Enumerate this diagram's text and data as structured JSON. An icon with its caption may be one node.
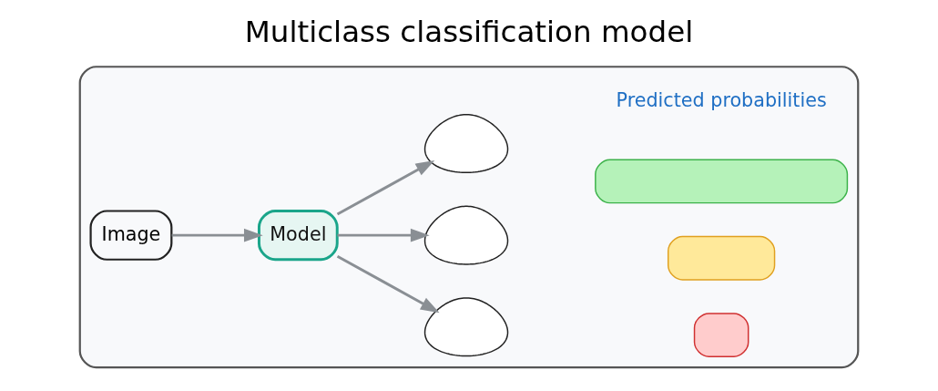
{
  "diagram": {
    "title": "Multiclass classification model",
    "nodes": [
      {
        "text": [],
        "shape": "box"
      },
      {
        "text": [
          "Image"
        ],
        "in": 0
      },
      {
        "text": [
          "Model"
        ],
        "in": 0
      },
      {
        "text": [],
        "shape": "hand",
        "in": 0
      },
      {
        "text": [],
        "shape": "hand",
        "in": 0
      },
      {
        "text": [],
        "shape": "hand",
        "in": 0
      },
      {
        "text": [],
        "shape": "bar",
        "in": 0
      },
      {
        "text": [],
        "shape": "bar",
        "in": 0
      },
      {
        "text": [],
        "shape": "bar",
        "in": 0
      }
    ],
    "edges": [
      {
        "from": 1,
        "to": 2,
        "arrow": "to"
      },
      {
        "from": 2,
        "to": 3,
        "arrow": "to"
      },
      {
        "from": 2,
        "to": 4,
        "arrow": "to"
      },
      {
        "from": 2,
        "to": 5,
        "arrow": "to"
      }
    ],
    "labels": [
      "Predicted probabilities"
    ]
  }
}
